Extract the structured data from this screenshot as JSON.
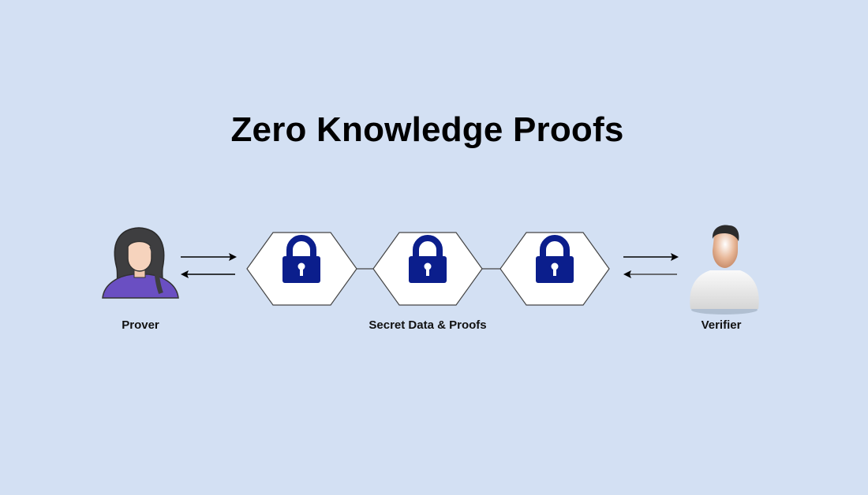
{
  "title": "Zero Knowledge Proofs",
  "actors": {
    "prover": {
      "label": "Prover",
      "icon": "woman-avatar-icon"
    },
    "verifier": {
      "label": "Verifier",
      "icon": "man-avatar-icon"
    }
  },
  "center": {
    "label": "Secret Data & Proofs",
    "nodes": [
      {
        "icon": "padlock-icon"
      },
      {
        "icon": "padlock-icon"
      },
      {
        "icon": "padlock-icon"
      }
    ]
  },
  "colors": {
    "background": "#d3e0f3",
    "lock": "#0b1e8c",
    "hexagon_fill": "#ffffff",
    "hexagon_stroke": "#444444",
    "prover_shirt": "#6a4fc2",
    "prover_hair": "#3e3e40",
    "skin": "#f6d3bd"
  }
}
